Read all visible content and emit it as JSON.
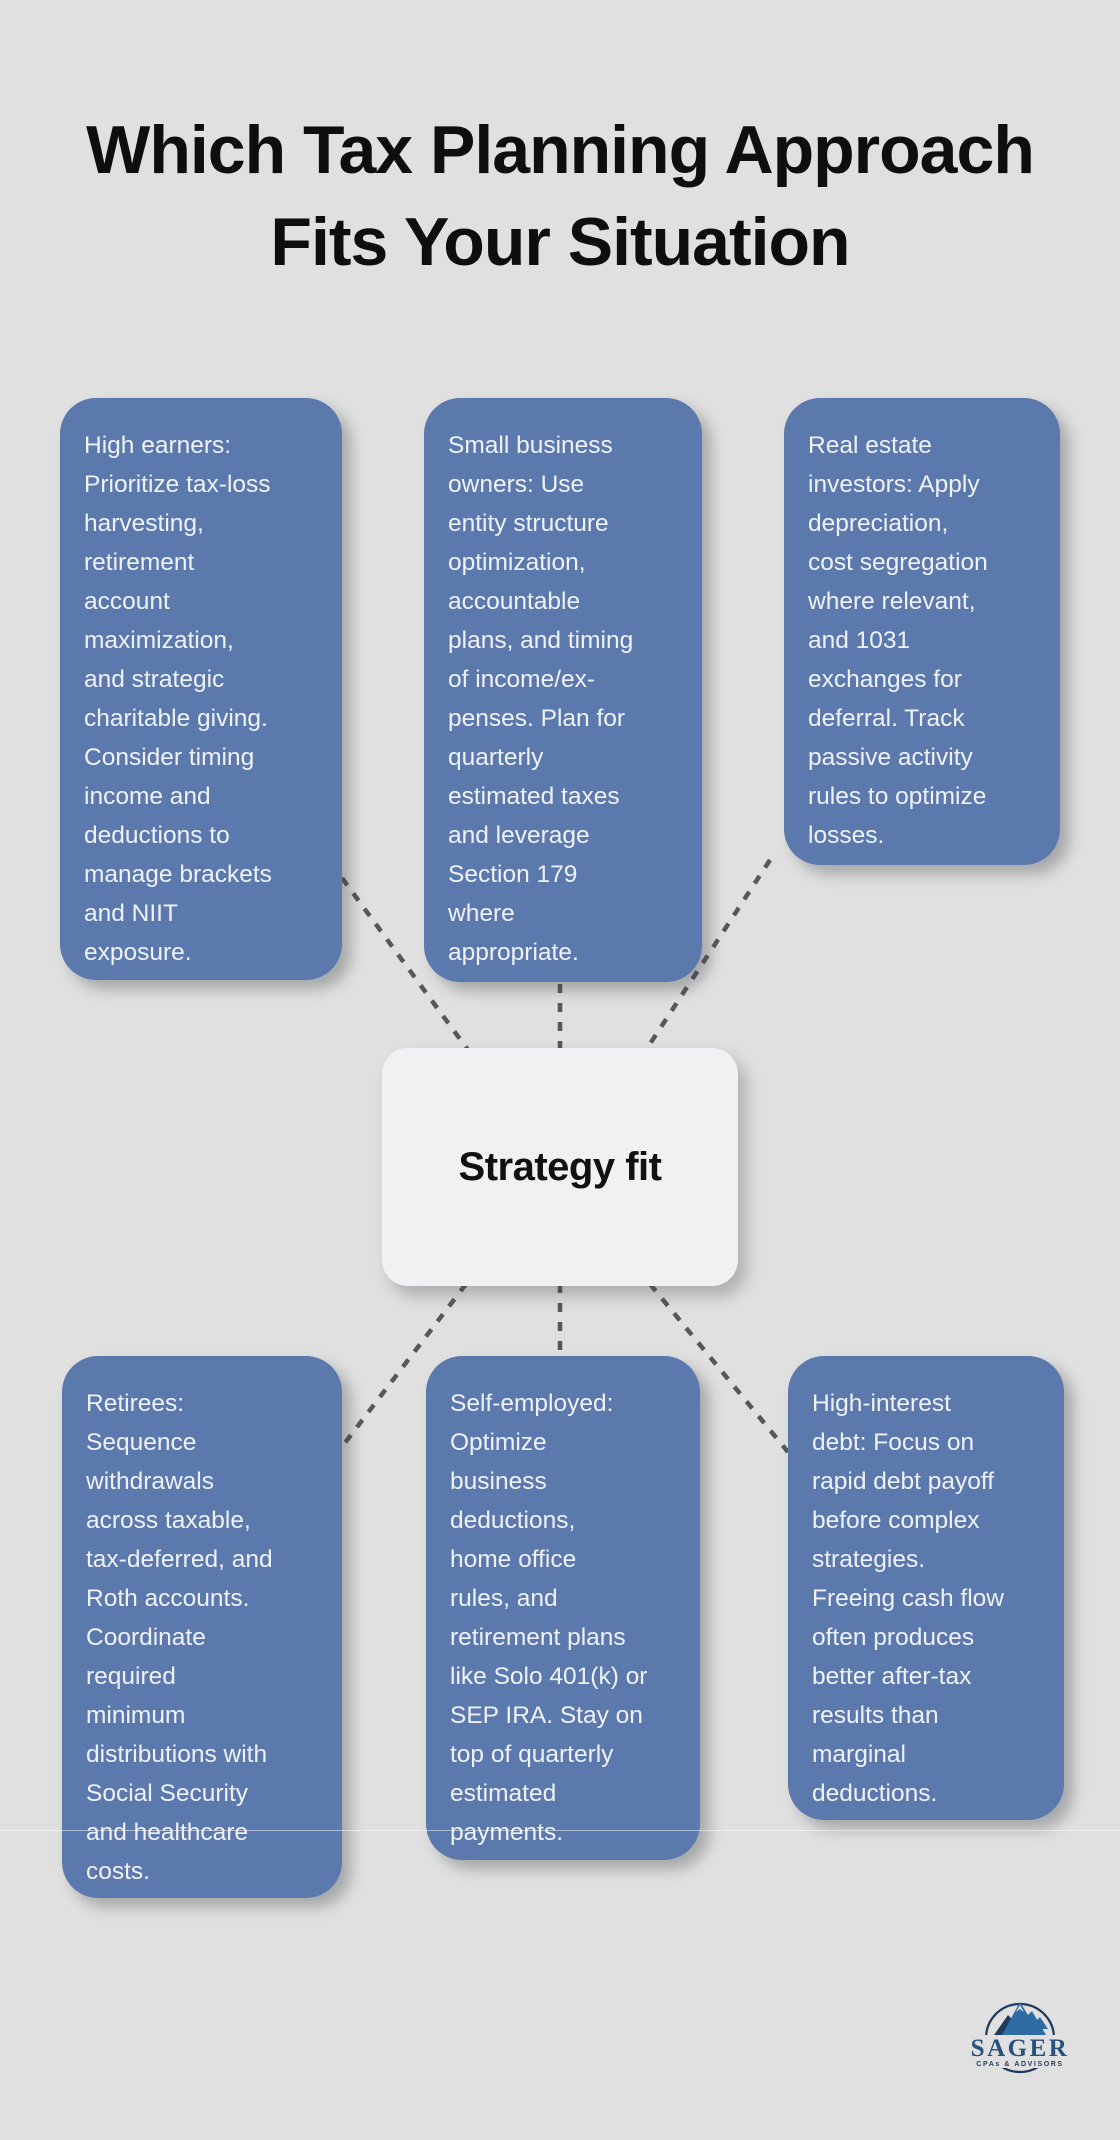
{
  "title": {
    "line1": "Which Tax Planning Approach",
    "line2": "Fits Your Situation"
  },
  "center": {
    "label": "Strategy fit"
  },
  "nodes": [
    {
      "id": "high-earners",
      "text": "High earners:\nPrioritize tax-loss\nharvesting,\nretirement\naccount\nmaximization,\nand strategic\ncharitable giving.\nConsider timing\nincome and\ndeductions to\nmanage brackets\nand NIIT\nexposure."
    },
    {
      "id": "small-business-owners",
      "text": "Small business\nowners: Use\nentity structure\noptimization,\naccountable\nplans, and timing\nof income/ex-\npenses. Plan for\nquarterly\nestimated taxes\nand leverage\nSection 179\nwhere\nappropriate."
    },
    {
      "id": "real-estate-investors",
      "text": "Real estate\ninvestors: Apply\ndepreciation,\ncost segregation\nwhere relevant,\nand 1031\nexchanges for\ndeferral. Track\npassive activity\nrules to optimize\nlosses."
    },
    {
      "id": "retirees",
      "text": "Retirees:\nSequence\nwithdrawals\nacross taxable,\ntax-deferred, and\nRoth accounts.\nCoordinate\nrequired\nminimum\ndistributions with\nSocial Security\nand healthcare\ncosts."
    },
    {
      "id": "self-employed",
      "text": "Self-employed:\nOptimize\nbusiness\ndeductions,\nhome office\nrules, and\nretirement plans\nlike Solo 401(k) or\nSEP IRA. Stay on\ntop of quarterly\nestimated\npayments."
    },
    {
      "id": "high-interest-debt",
      "text": "High-interest\ndebt: Focus on\nrapid debt payoff\nbefore complex\nstrategies.\nFreeing cash flow\noften produces\nbetter after-tax\nresults than\nmarginal\ndeductions."
    }
  ],
  "logo": {
    "name": "SAGER",
    "tagline": "CPAs & ADVISORS"
  },
  "colors": {
    "background": "#dfe0df",
    "card_blue": "#5b79ad",
    "card_text": "#eef2f8",
    "title_text": "#0e0e0e",
    "center_bg": "#f0f1f2",
    "connector": "#55585a",
    "logo_navy": "#1f3a5c",
    "logo_blue": "#27527e",
    "mountain_blue": "#2e6ca3"
  }
}
